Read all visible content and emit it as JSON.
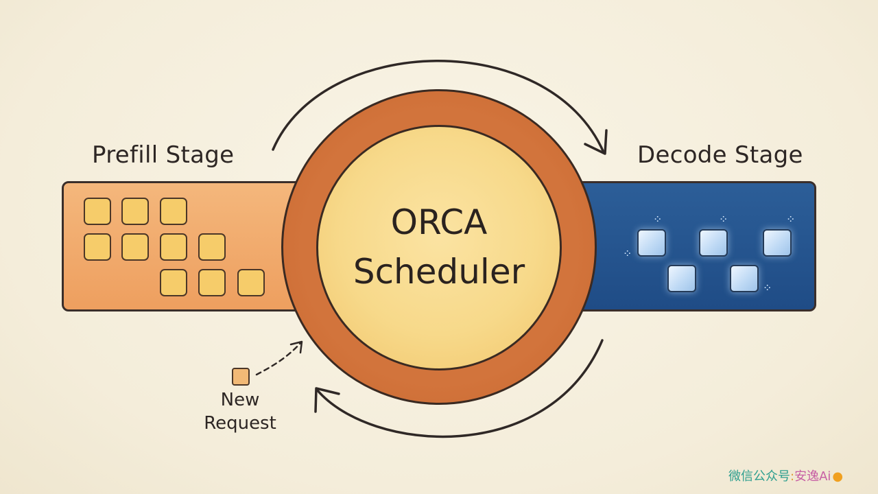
{
  "prefill": {
    "label": "Prefill Stage"
  },
  "decode": {
    "label": "Decode Stage"
  },
  "scheduler": {
    "line1": "ORCA",
    "line2": "Scheduler"
  },
  "new_request": {
    "line1": "New",
    "line2": "Request"
  },
  "watermark": {
    "part1": "微信公众号",
    "part2": ":",
    "part3": "安逸Ai"
  },
  "colors": {
    "prefill_band": "#ee9f5f",
    "decode_band": "#1f4c86",
    "ring": "#d2743c",
    "core": "#f7d98a",
    "block": "#f6cc6a",
    "outline": "#3a2e2a"
  }
}
